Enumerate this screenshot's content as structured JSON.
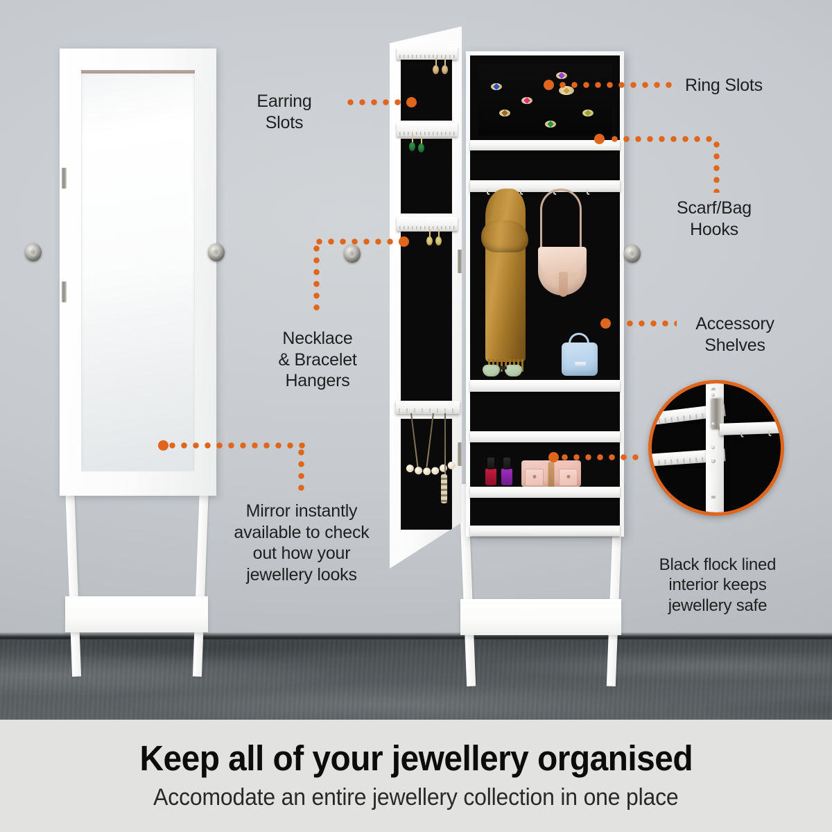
{
  "theme": {
    "accent_orange": "#E0661E",
    "wall_color": "#C6CACE",
    "floor_color": "#53585B",
    "banner_bg": "#E2E2E0",
    "cabinet_white": "#FFFFFF",
    "flock_black": "#0A0A0A"
  },
  "callouts": [
    {
      "id": "earring-slots",
      "lines": [
        "Earring",
        "Slots"
      ],
      "align": "center"
    },
    {
      "id": "ring-slots",
      "lines": [
        "Ring Slots"
      ],
      "align": "left"
    },
    {
      "id": "scarf-bag-hooks",
      "lines": [
        "Scarf/Bag",
        "Hooks"
      ],
      "align": "center"
    },
    {
      "id": "necklace-bracelet-hangers",
      "lines": [
        "Necklace",
        "& Bracelet",
        "Hangers"
      ],
      "align": "center"
    },
    {
      "id": "accessory-shelves",
      "lines": [
        "Accessory",
        "Shelves"
      ],
      "align": "center"
    },
    {
      "id": "mirror-note",
      "lines": [
        "Mirror instantly",
        "available to check",
        "out how your",
        "jewellery looks"
      ],
      "align": "center"
    },
    {
      "id": "flock-note",
      "lines": [
        "Black flock lined",
        "interior keeps",
        "jewellery safe"
      ],
      "align": "center"
    }
  ],
  "labels": {
    "earring_slots_l1": "Earring",
    "earring_slots_l2": "Slots",
    "ring_slots": "Ring Slots",
    "scarf_hooks_l1": "Scarf/Bag",
    "scarf_hooks_l2": "Hooks",
    "necklace_l1": "Necklace",
    "necklace_l2": "& Bracelet",
    "necklace_l3": "Hangers",
    "accessory_l1": "Accessory",
    "accessory_l2": "Shelves",
    "mirror_l1": "Mirror instantly",
    "mirror_l2": "available to check",
    "mirror_l3": "out how your",
    "mirror_l4": "jewellery looks",
    "flock_l1": "Black flock lined",
    "flock_l2": "interior keeps",
    "flock_l3": "jewellery safe"
  },
  "banner": {
    "headline": "Keep all of your jewellery organised",
    "subhead": "Accomodate an entire jewellery collection in one place"
  },
  "products": {
    "left_unit": {
      "name": "closed-mirror-jewellery-cabinet",
      "door_state": "closed",
      "mirror": "full-length-mirror"
    },
    "right_unit": {
      "name": "open-mirror-jewellery-cabinet",
      "door_state": "open",
      "contents": [
        "ring-slots-tray",
        "scarf-bag-hook-bar",
        "tan-scarf",
        "beige-crossbody-bag",
        "blue-handbag",
        "green-sunglasses",
        "red-nail-polish",
        "purple-nail-polish",
        "pink-pouch",
        "earring-slot-bars",
        "necklace-hanger-bar",
        "pearl-necklace",
        "chain-necklace"
      ]
    }
  }
}
